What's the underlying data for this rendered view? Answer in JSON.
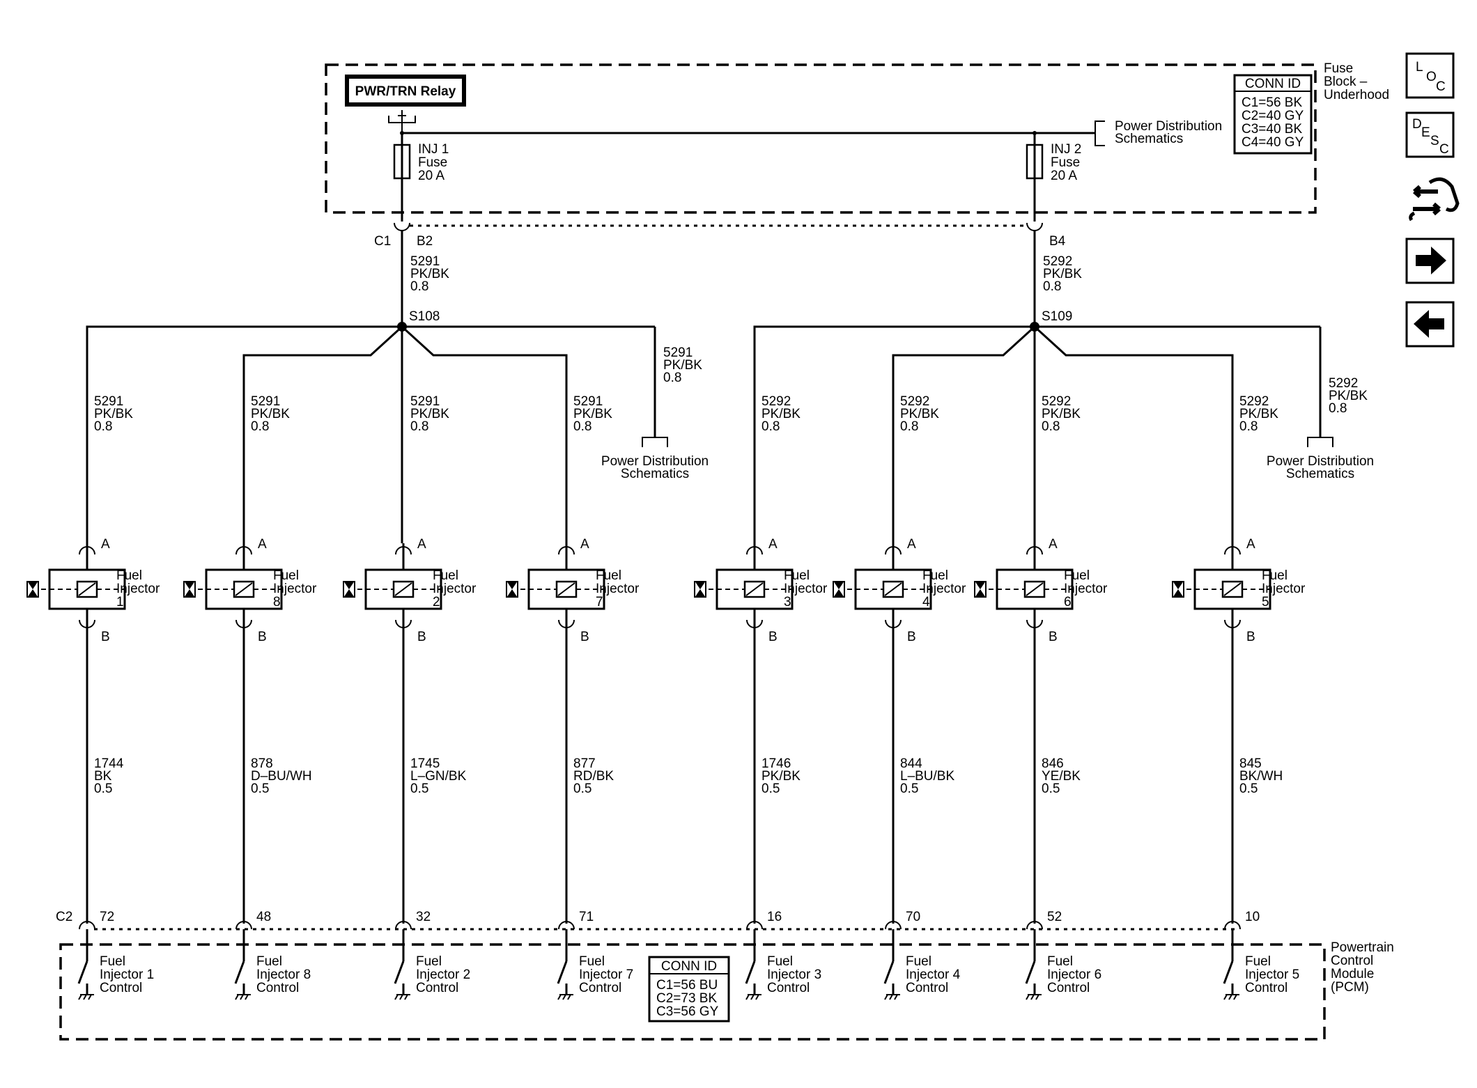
{
  "fuse_block": {
    "name": [
      "Fuse",
      "Block –",
      "Underhood"
    ],
    "relay": "PWR/TRN Relay",
    "conn_id_title": "CONN ID",
    "conn_ids": [
      "C1=56 BK",
      "C2=40 GY",
      "C3=40 BK",
      "C4=40 GY"
    ],
    "fuses": [
      {
        "lines": [
          "INJ 1",
          "Fuse",
          "20 A"
        ]
      },
      {
        "lines": [
          "INJ 2",
          "Fuse",
          "20 A"
        ]
      }
    ],
    "power_dist": [
      "Power Distribution",
      "Schematics"
    ],
    "connector": "C1",
    "pins": [
      "B2",
      "B4"
    ]
  },
  "feeds": [
    {
      "wire": [
        "5291",
        "PK/BK",
        "0.8"
      ],
      "splice": "S108"
    },
    {
      "wire": [
        "5292",
        "PK/BK",
        "0.8"
      ],
      "splice": "S109"
    }
  ],
  "power_dist_taps": [
    {
      "wire": [
        "5291",
        "PK/BK",
        "0.8"
      ],
      "label": [
        "Power Distribution",
        "Schematics"
      ]
    },
    {
      "wire": [
        "5292",
        "PK/BK",
        "0.8"
      ],
      "label": [
        "Power Distribution",
        "Schematics"
      ]
    }
  ],
  "injectors": [
    {
      "name": [
        "Fuel",
        "Injector",
        "1"
      ],
      "pin_a": "A",
      "pin_b": "B",
      "feed_wire": [
        "5291",
        "PK/BK",
        "0.8"
      ],
      "ctrl_wire": [
        "1744",
        "BK",
        "0.5"
      ],
      "pcm_pin": "72",
      "pcm_label": [
        "Fuel",
        "Injector 1",
        "Control"
      ]
    },
    {
      "name": [
        "Fuel",
        "Injector",
        "8"
      ],
      "pin_a": "A",
      "pin_b": "B",
      "feed_wire": [
        "5291",
        "PK/BK",
        "0.8"
      ],
      "ctrl_wire": [
        "878",
        "D–BU/WH",
        "0.5"
      ],
      "pcm_pin": "48",
      "pcm_label": [
        "Fuel",
        "Injector 8",
        "Control"
      ]
    },
    {
      "name": [
        "Fuel",
        "Injector",
        "2"
      ],
      "pin_a": "A",
      "pin_b": "B",
      "feed_wire": [
        "5291",
        "PK/BK",
        "0.8"
      ],
      "ctrl_wire": [
        "1745",
        "L–GN/BK",
        "0.5"
      ],
      "pcm_pin": "32",
      "pcm_label": [
        "Fuel",
        "Injector 2",
        "Control"
      ]
    },
    {
      "name": [
        "Fuel",
        "Injector",
        "7"
      ],
      "pin_a": "A",
      "pin_b": "B",
      "feed_wire": [
        "5291",
        "PK/BK",
        "0.8"
      ],
      "ctrl_wire": [
        "877",
        "RD/BK",
        "0.5"
      ],
      "pcm_pin": "71",
      "pcm_label": [
        "Fuel",
        "Injector 7",
        "Control"
      ]
    },
    {
      "name": [
        "Fuel",
        "Injector",
        "3"
      ],
      "pin_a": "A",
      "pin_b": "B",
      "feed_wire": [
        "5292",
        "PK/BK",
        "0.8"
      ],
      "ctrl_wire": [
        "1746",
        "PK/BK",
        "0.5"
      ],
      "pcm_pin": "16",
      "pcm_label": [
        "Fuel",
        "Injector 3",
        "Control"
      ]
    },
    {
      "name": [
        "Fuel",
        "Injector",
        "4"
      ],
      "pin_a": "A",
      "pin_b": "B",
      "feed_wire": [
        "5292",
        "PK/BK",
        "0.8"
      ],
      "ctrl_wire": [
        "844",
        "L–BU/BK",
        "0.5"
      ],
      "pcm_pin": "70",
      "pcm_label": [
        "Fuel",
        "Injector 4",
        "Control"
      ]
    },
    {
      "name": [
        "Fuel",
        "Injector",
        "6"
      ],
      "pin_a": "A",
      "pin_b": "B",
      "feed_wire": [
        "5292",
        "PK/BK",
        "0.8"
      ],
      "ctrl_wire": [
        "846",
        "YE/BK",
        "0.5"
      ],
      "pcm_pin": "52",
      "pcm_label": [
        "Fuel",
        "Injector 6",
        "Control"
      ]
    },
    {
      "name": [
        "Fuel",
        "Injector",
        "5"
      ],
      "pin_a": "A",
      "pin_b": "B",
      "feed_wire": [
        "5292",
        "PK/BK",
        "0.8"
      ],
      "ctrl_wire": [
        "845",
        "BK/WH",
        "0.5"
      ],
      "pcm_pin": "10",
      "pcm_label": [
        "Fuel",
        "Injector 5",
        "Control"
      ]
    }
  ],
  "pcm": {
    "name": [
      "Powertrain",
      "Control",
      "Module",
      "(PCM)"
    ],
    "connector": "C2",
    "conn_id_title": "CONN ID",
    "conn_ids": [
      "C1=56 BU",
      "C2=73 BK",
      "C3=56 GY"
    ]
  },
  "nav": {
    "loc": [
      "L",
      "O",
      "C"
    ],
    "desc": [
      "D",
      "E",
      "S",
      "C"
    ],
    "icons": [
      "connector-icon",
      "forward-arrow-icon",
      "back-arrow-icon"
    ]
  }
}
